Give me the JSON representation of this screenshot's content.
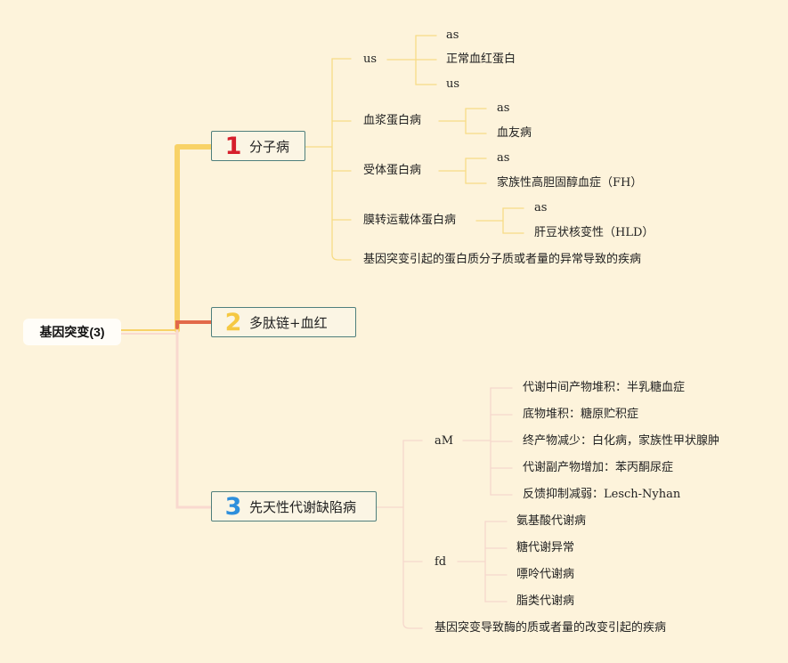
{
  "root": "基因突变(3)",
  "branches": [
    {
      "number": "1",
      "label": "分子病",
      "color": "#f8d267",
      "number_color": "#d61f2c",
      "children": [
        {
          "label": "us",
          "children": [
            "as",
            "正常血红蛋白",
            "us"
          ]
        },
        {
          "label": "血浆蛋白病",
          "children": [
            "as",
            "血友病"
          ]
        },
        {
          "label": "受体蛋白病",
          "children": [
            "as",
            "家族性高胆固醇血症（FH）"
          ]
        },
        {
          "label": "膜转运载体蛋白病",
          "children": [
            "as",
            "肝豆状核变性（HLD）"
          ]
        },
        {
          "label": "基因突变引起的蛋白质分子质或者量的异常导致的疾病",
          "children": []
        }
      ]
    },
    {
      "number": "2",
      "label": "多肽链+血红",
      "color": "#e2694a",
      "number_color": "#f5c842",
      "children": []
    },
    {
      "number": "3",
      "label": "先天性代谢缺陷病",
      "color": "#f9d9cf",
      "number_color": "#2e8fdc",
      "children": [
        {
          "label": "aM",
          "children": [
            "代谢中间产物堆积：半乳糖血症",
            "底物堆积：糖原贮积症",
            "终产物减少：白化病，家族性甲状腺肿",
            "代谢副产物增加：苯丙酮尿症",
            "反馈抑制减弱：Lesch-Nyhan"
          ]
        },
        {
          "label": "fd",
          "children": [
            "氨基酸代谢病",
            "糖代谢异常",
            "嘌呤代谢病",
            "脂类代谢病"
          ]
        },
        {
          "label": "基因突变导致酶的质或者量的改变引起的疾病",
          "children": []
        }
      ]
    }
  ]
}
